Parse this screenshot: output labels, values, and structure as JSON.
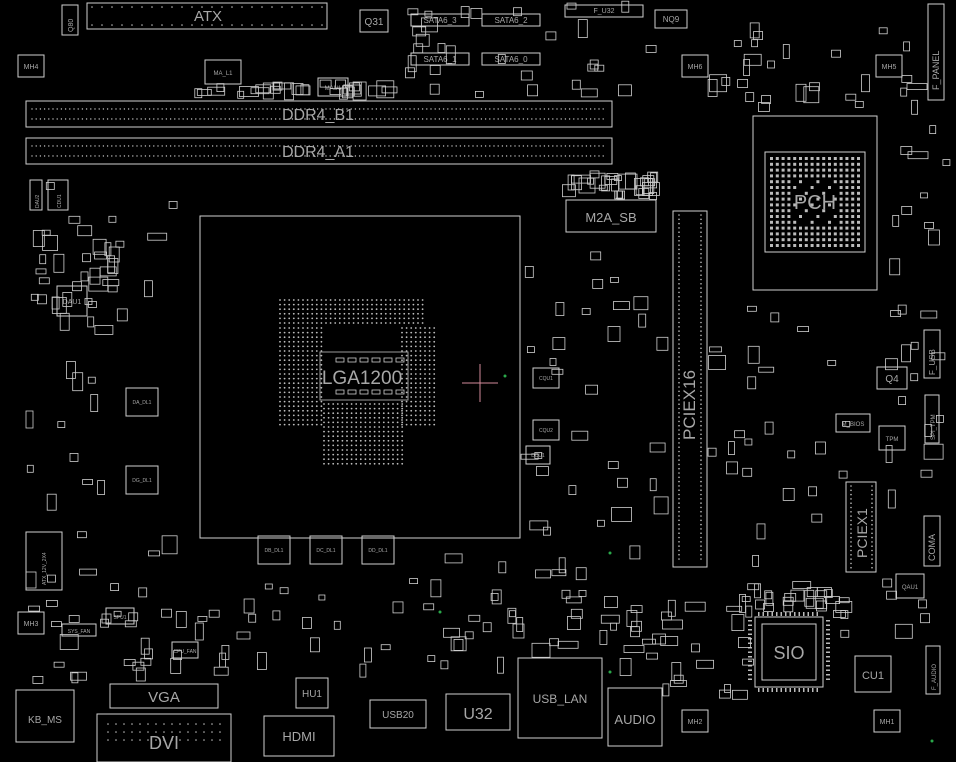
{
  "board": {
    "labels": {
      "atx": "ATX",
      "q80": "Q80",
      "q31": "Q31",
      "sata3": "SATA6_3",
      "sata2": "SATA6_2",
      "sata1": "SATA6_1",
      "sata0": "SATA6_0",
      "fu32": "F_U32",
      "nq9": "NQ9",
      "f_panel": "F_PANEL",
      "mh4": "MH4",
      "mh6": "MH6",
      "mh5": "MH5",
      "mh3": "MH3",
      "mh2": "MH2",
      "mh1": "MH1",
      "ma_l1": "MA_L1",
      "mau1": "MAU1",
      "ddr4_b1": "DDR4_B1",
      "ddr4_a1": "DDR4_A1",
      "m2a_sb": "M2A_SB",
      "pch": "PCH",
      "cpu_socket": "LGA1200",
      "pciex16": "PCIEX16",
      "pciex1": "PCIEX1",
      "dau1": "DAU1",
      "q4": "Q4",
      "f_usb": "F_USB",
      "m_bios": "M_BIOS",
      "tpm": "TPM",
      "spi_tpm": "SPI_TPM",
      "coma": "COMA",
      "qau1": "QAU1",
      "sio": "SIO",
      "cu1": "CU1",
      "f_audio": "F_AUDIO",
      "audio": "AUDIO",
      "usb_lan": "USB_LAN",
      "u32": "U32",
      "usb20": "USB20",
      "hdmi": "HDMI",
      "hu1": "HU1",
      "vga": "VGA",
      "dvi": "DVI",
      "kb_ms": "KB_MS",
      "atx12v": "ATX_12V_2X4",
      "spu": "SPU1",
      "sys_fan": "SYS_FAN",
      "cpu_fan": "CPU_FAN",
      "db_dl1": "DB_DL1",
      "dc_dl1": "DC_DL1",
      "dd_dl1": "DD_DL1",
      "da_dl1": "DA_DL1",
      "dg_dl1": "DG_DL1",
      "cqu1": "CQU1",
      "cqu2": "CQU2",
      "dcu1": "DCU1",
      "dau2": "DAU2",
      "cdu1": "CDU1"
    },
    "colors": {
      "background": "#000000",
      "outline": "#cfcfcf",
      "label": "#a7a7a7",
      "crosshair": "#d28a9a",
      "marker_green": "#2aa84a"
    }
  }
}
